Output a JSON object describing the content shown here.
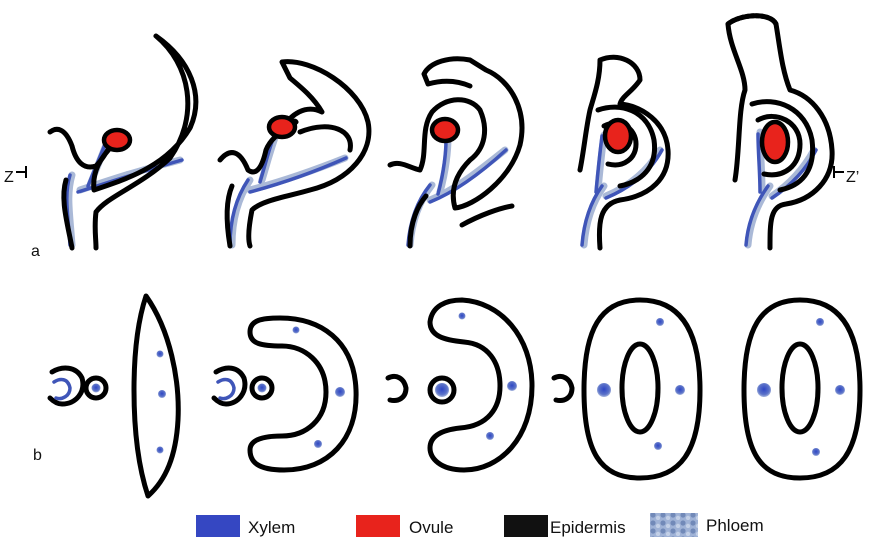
{
  "panel_labels": {
    "a": "a",
    "b": "b"
  },
  "section_markers": {
    "left": "Z",
    "right": "Z’"
  },
  "legend": [
    {
      "label": "Xylem",
      "color": "#3547c2"
    },
    {
      "label": "Ovule",
      "color": "#e8231c"
    },
    {
      "label": "Epidermis",
      "color": "#111111"
    },
    {
      "label": "Phloem",
      "color": "#8aa0c8"
    }
  ]
}
